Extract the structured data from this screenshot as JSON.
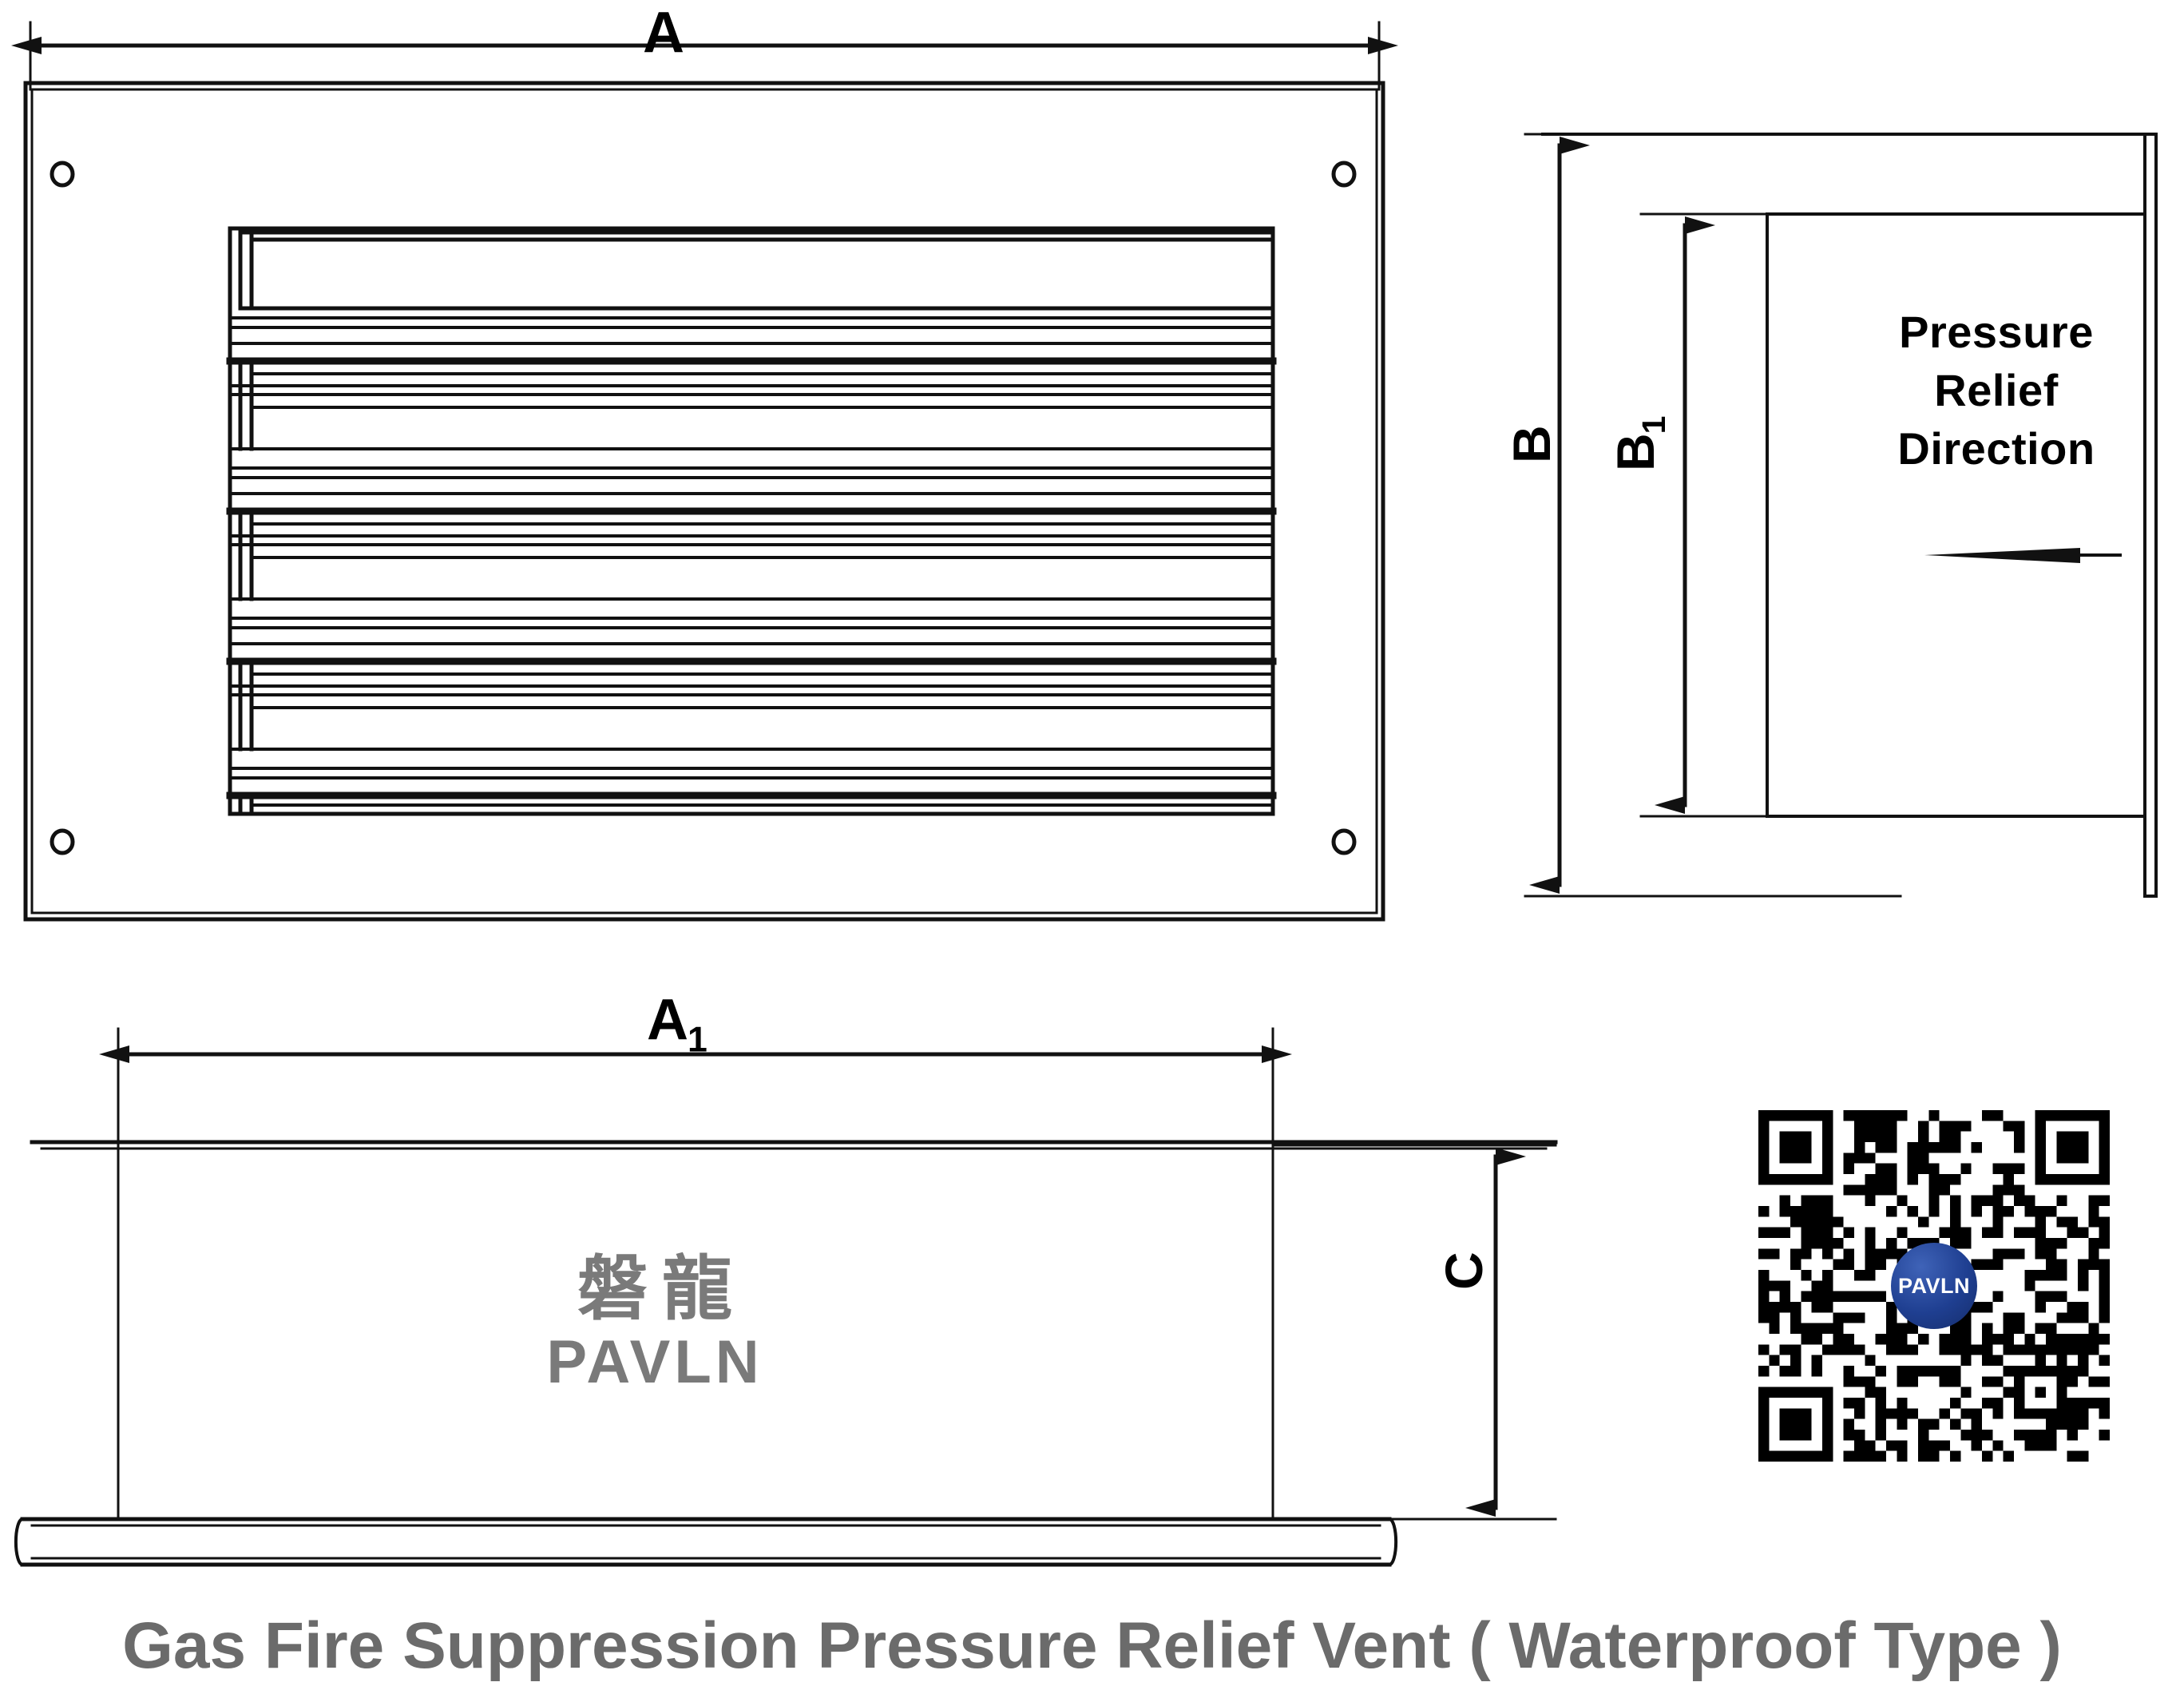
{
  "drawing": {
    "caption": "Gas Fire Suppression Pressure Relief Vent ( Waterproof Type )",
    "dimensions": {
      "A": {
        "label": "A",
        "sub": ""
      },
      "A1": {
        "label": "A",
        "sub": "1"
      },
      "B": {
        "label": "B",
        "sub": ""
      },
      "B1": {
        "label": "B",
        "sub": "1"
      },
      "C": {
        "label": "C",
        "sub": ""
      }
    },
    "annotations": {
      "pressure_relief_direction": "Pressure\nRelief\nDirection"
    },
    "views": {
      "front": {
        "name": "front-elevation",
        "mounting_holes": 4,
        "louver_groups": 7
      },
      "side": {
        "name": "side-section"
      },
      "bottom": {
        "name": "bottom-plan"
      }
    },
    "brand": {
      "chinese": "磐龍",
      "latin": "PAVLN",
      "qr_badge": "PAVLN"
    },
    "colors": {
      "line": "#111111",
      "caption": "#6b6b6b",
      "logo": "#7a7a7a",
      "qr_badge": "#1f3f91",
      "background": "#ffffff"
    }
  }
}
